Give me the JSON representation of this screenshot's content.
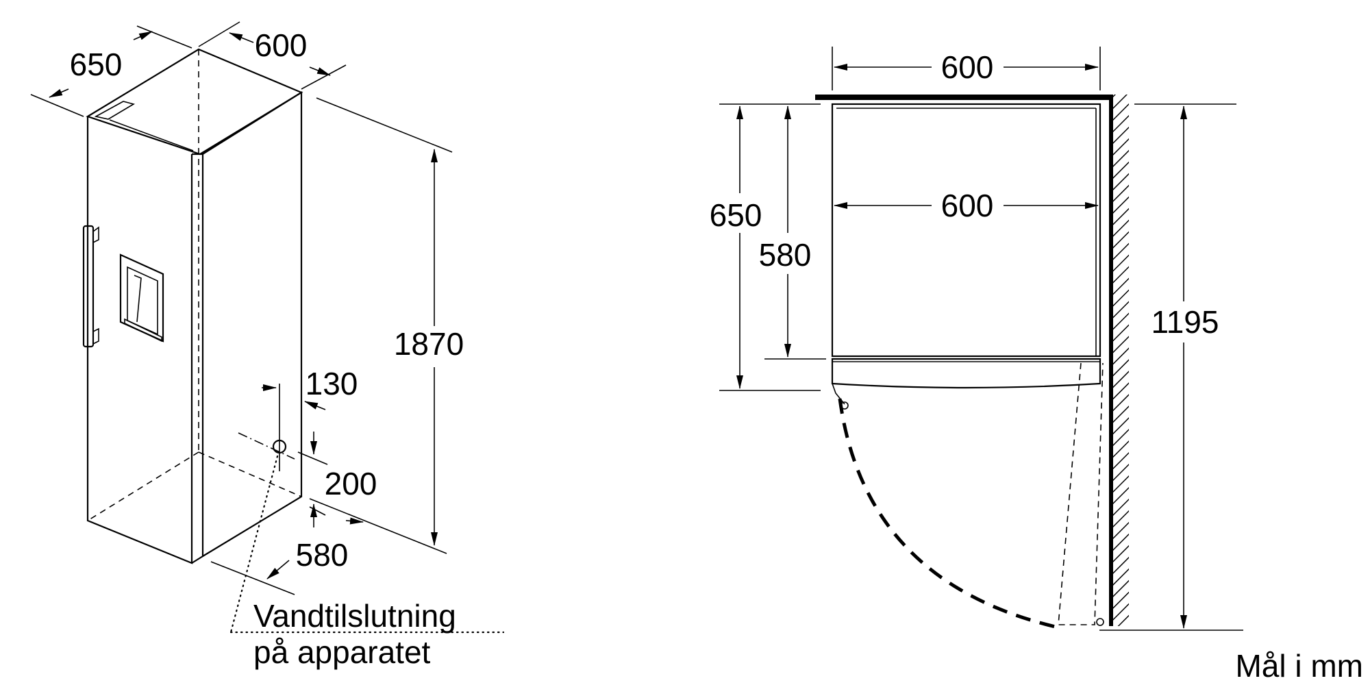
{
  "left_view": {
    "depth_total": "650",
    "width_total": "600",
    "height_total": "1870",
    "connection_from_side": "130",
    "connection_from_floor": "200",
    "connection_depth": "580",
    "callout_line1": "Vandtilslutning",
    "callout_line2": "på apparatet"
  },
  "right_view": {
    "niche_width": "600",
    "inner_width": "600",
    "depth_with_door": "650",
    "body_depth": "580",
    "door_open_clearance": "1195"
  },
  "units_note": "Mål i mm"
}
